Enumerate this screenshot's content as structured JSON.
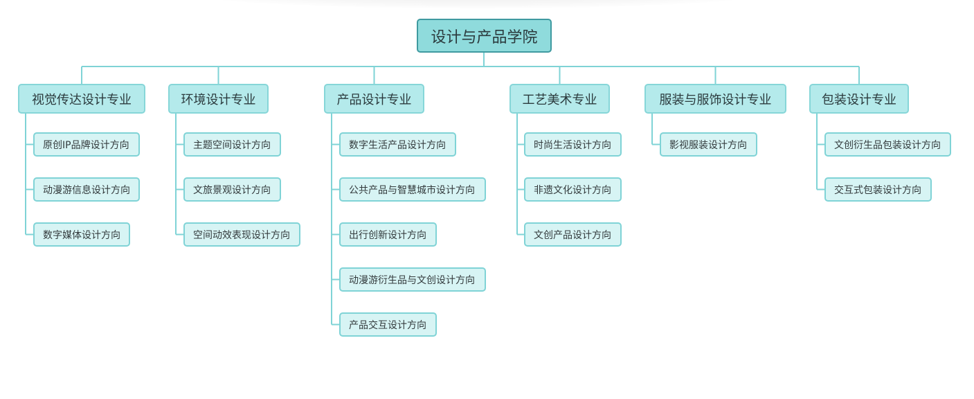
{
  "root": {
    "label": "设计与产品学院"
  },
  "colors": {
    "line": "#7fd3d6",
    "root_fill": "#8fdbdc",
    "major_fill": "#b4eaeb",
    "direction_fill": "#d7f4f4"
  },
  "majors": [
    {
      "label": "视觉传达设计专业",
      "directions": [
        "原创IP品牌设计方向",
        "动漫游信息设计方向",
        "数字媒体设计方向"
      ]
    },
    {
      "label": "环境设计专业",
      "directions": [
        "主题空间设计方向",
        "文旅景观设计方向",
        "空间动效表现设计方向"
      ]
    },
    {
      "label": "产品设计专业",
      "directions": [
        "数字生活产品设计方向",
        "公共产品与智慧城市设计方向",
        "出行创新设计方向",
        "动漫游衍生品与文创设计方向",
        "产品交互设计方向"
      ]
    },
    {
      "label": "工艺美术专业",
      "directions": [
        "时尚生活设计方向",
        "非遗文化设计方向",
        "文创产品设计方向"
      ]
    },
    {
      "label": "服装与服饰设计专业",
      "directions": [
        "影视服装设计方向"
      ]
    },
    {
      "label": "包装设计专业",
      "directions": [
        "文创衍生品包装设计方向",
        "交互式包装设计方向"
      ]
    }
  ]
}
